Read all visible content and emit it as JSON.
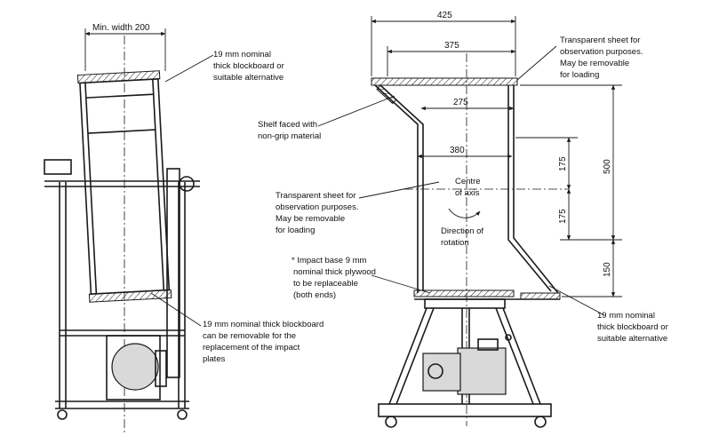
{
  "left_view": {
    "min_width_label": "Min. width 200",
    "top_board_note": [
      "19 mm nominal",
      "thick blockboard or",
      "suitable alternative"
    ],
    "bottom_board_note": [
      "19 mm nominal thick blockboard",
      "can be removable for the",
      "replacement of the impact",
      "plates"
    ]
  },
  "right_view": {
    "dims": {
      "d425": "425",
      "d375": "375",
      "d275": "275",
      "d380": "380",
      "d500": "500",
      "d175a": "175",
      "d175b": "175",
      "d150": "150"
    },
    "transparent_top_note": [
      "Transparent sheet for",
      "observation purposes.",
      "May be removable",
      "for loading"
    ],
    "shelf_note": [
      "Shelf faced with",
      "non-grip material"
    ],
    "transparent_left_note": [
      "Transparent sheet for",
      "observation purposes.",
      "May be removable",
      "for loading"
    ],
    "centre_label": [
      "Centre",
      "of axis"
    ],
    "rotation_label": [
      "Direction of",
      "rotation"
    ],
    "impact_base_note": [
      "* Impact base 9 mm",
      "nominal thick plywood",
      "to be replaceable",
      "(both ends)"
    ],
    "bottom_right_note": [
      "19 mm nominal",
      "thick blockboard or",
      "suitable alternative"
    ]
  }
}
